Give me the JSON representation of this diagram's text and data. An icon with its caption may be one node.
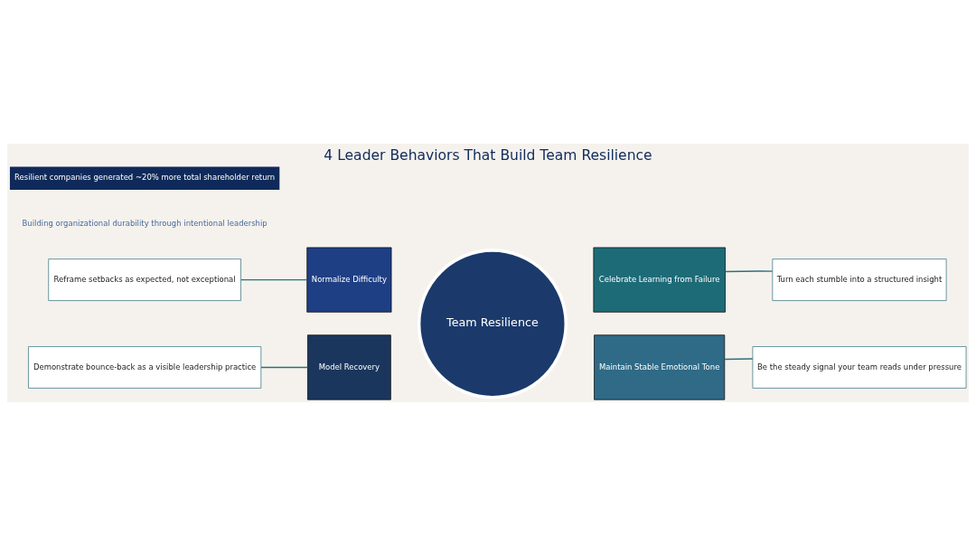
{
  "diagram": {
    "title": "4 Leader Behaviors That Build Team Resilience",
    "nodes": [
      {
        "text": [
          "Team Resilience"
        ]
      },
      {
        "text": [
          "Normalize Difficulty"
        ]
      },
      {
        "text": [
          "Celebrate Learning from Failure"
        ]
      },
      {
        "text": [
          "Model Recovery"
        ]
      },
      {
        "text": [
          "Maintain Stable Emotional Tone"
        ]
      },
      {
        "text": [
          "Reframe setbacks as expected, not exceptional"
        ]
      },
      {
        "text": [
          "Turn each stumble into a structured insight"
        ]
      },
      {
        "text": [
          "Demonstrate bounce-back as a visible leadership practice"
        ]
      },
      {
        "text": [
          "Be the steady signal your team reads under pressure"
        ]
      }
    ],
    "edges": [
      {
        "from": 5,
        "to": 1,
        "arrow": "none"
      },
      {
        "from": 6,
        "to": 2,
        "arrow": "none"
      },
      {
        "from": 7,
        "to": 3,
        "arrow": "none"
      },
      {
        "from": 8,
        "to": 4,
        "arrow": "none"
      }
    ],
    "labels": [
      "Building organizational durability through intentional leadership",
      "Resilient companies generated ~20% more total shareholder return"
    ]
  }
}
